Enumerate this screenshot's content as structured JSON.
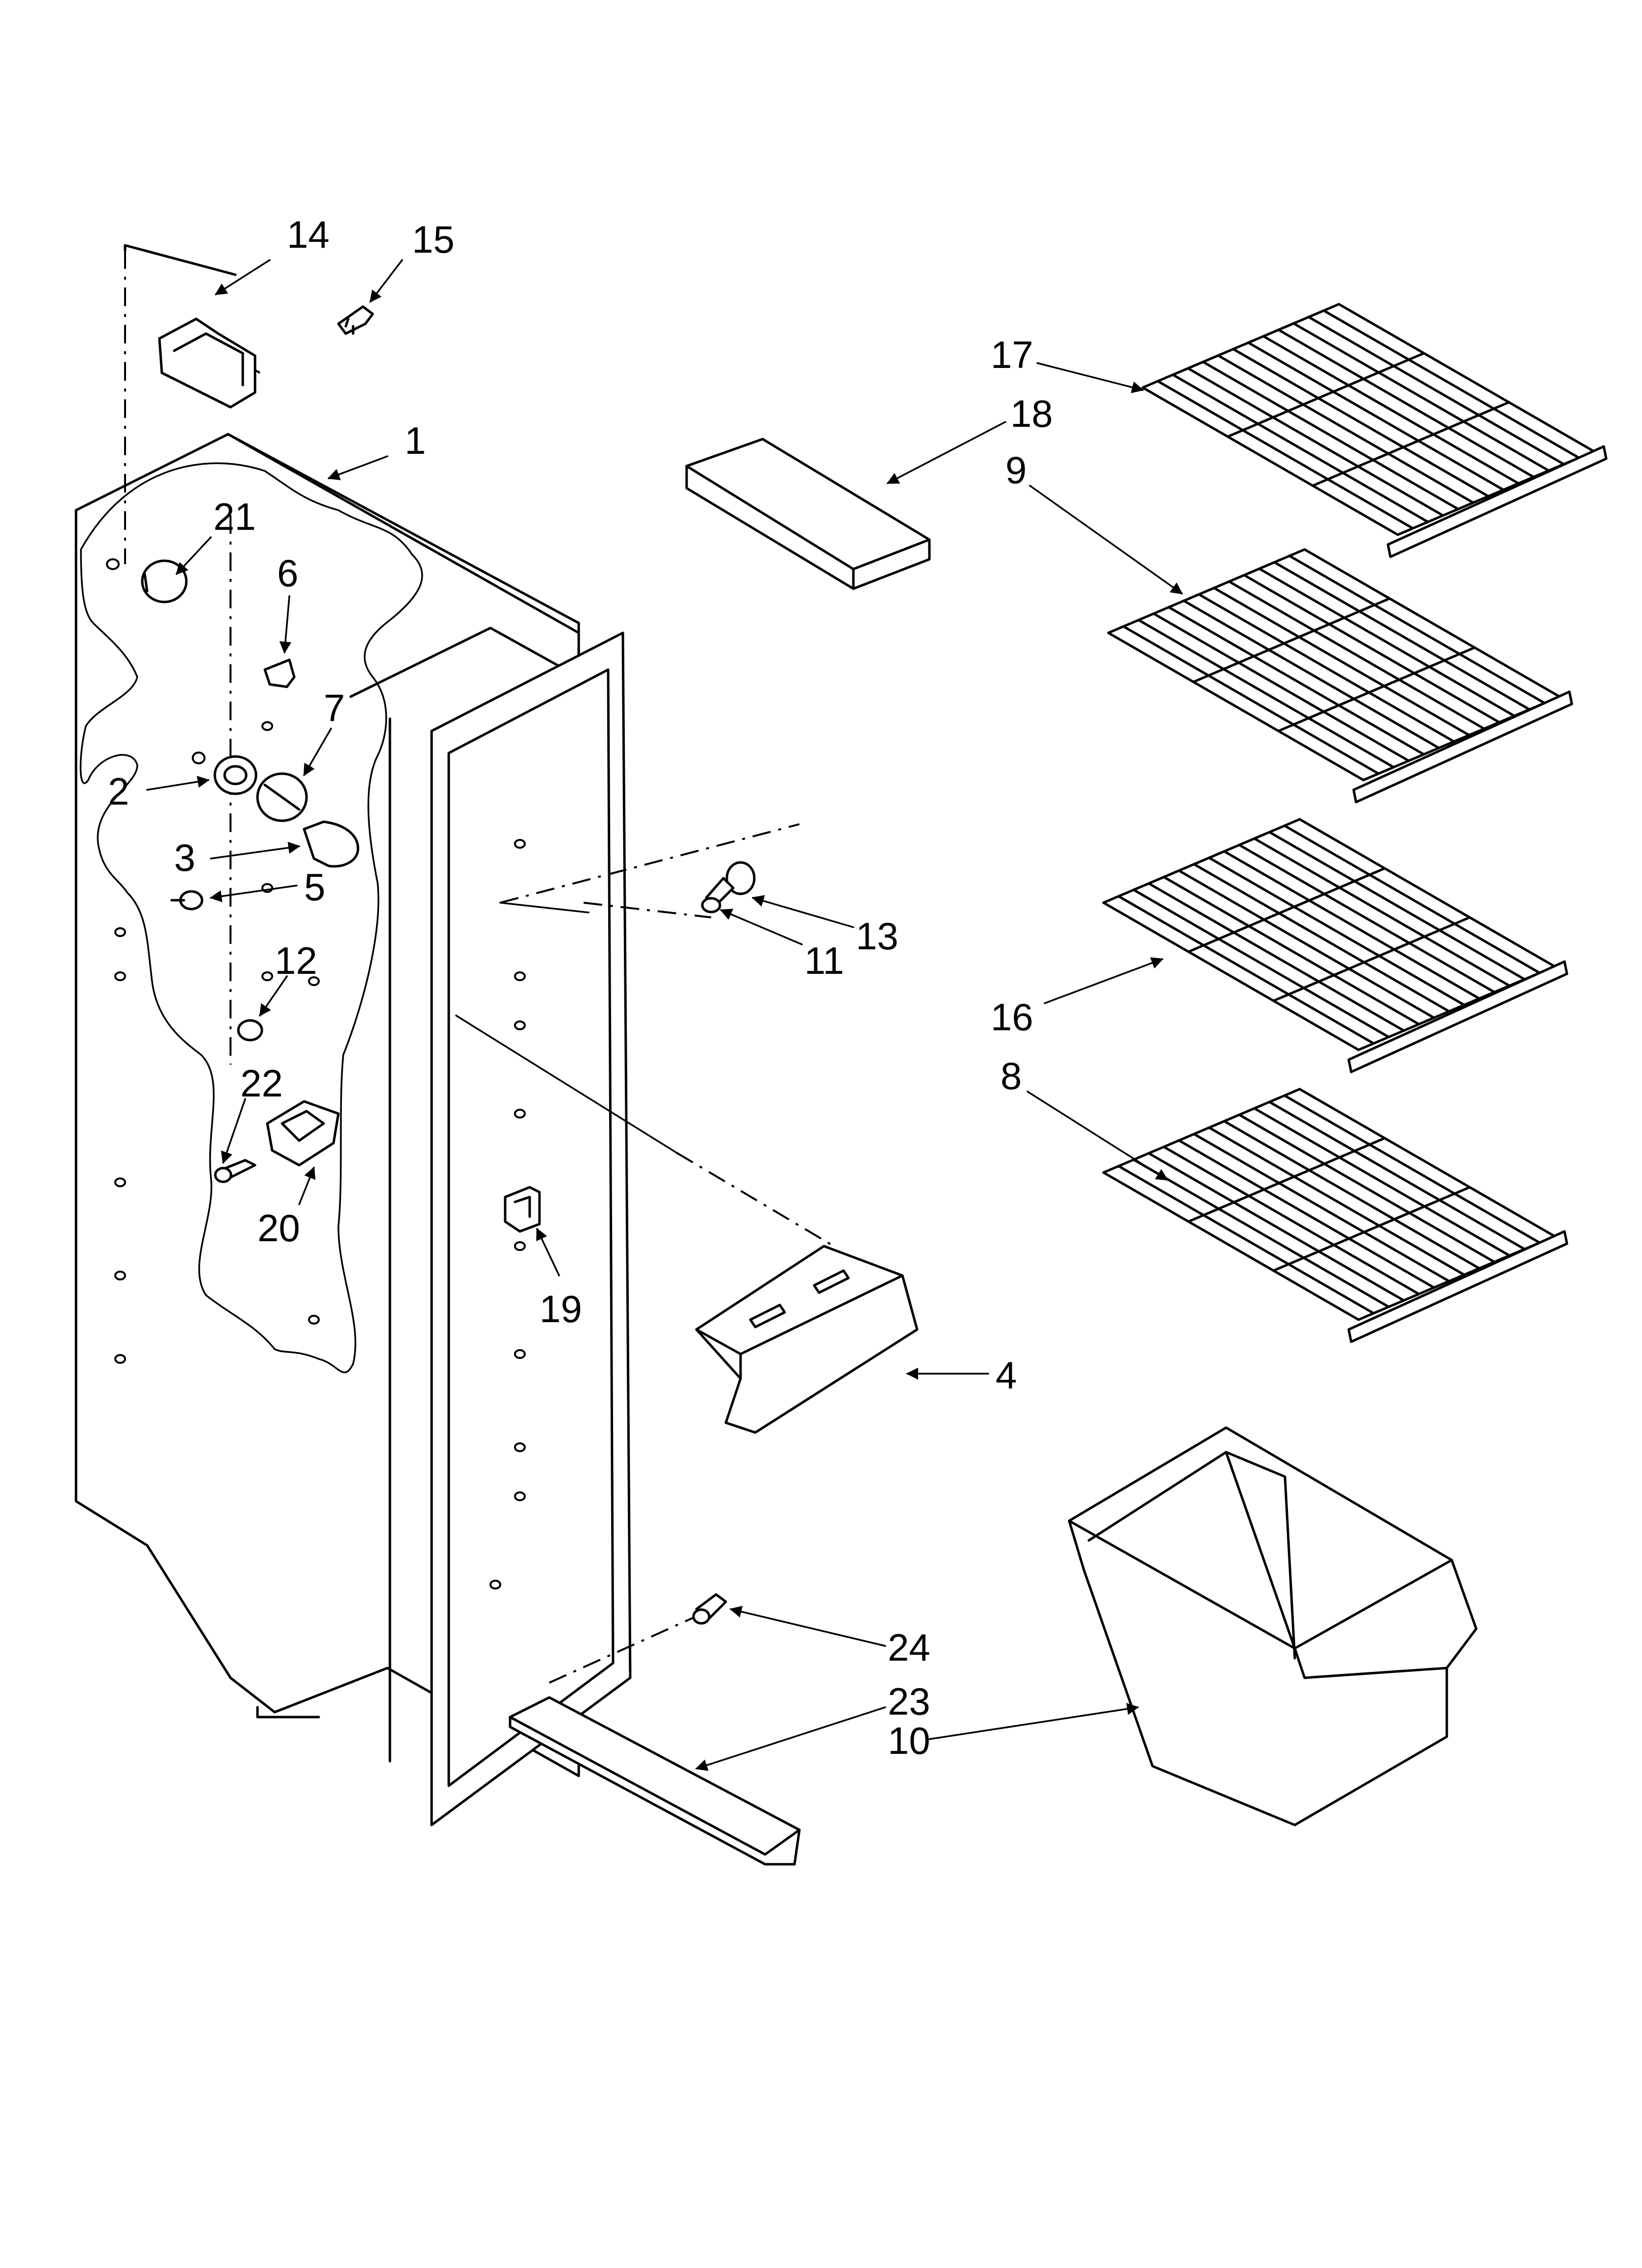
{
  "diagram": {
    "callouts": [
      {
        "id": "c14",
        "label": "14"
      },
      {
        "id": "c15",
        "label": "15"
      },
      {
        "id": "c1",
        "label": "1"
      },
      {
        "id": "c21",
        "label": "21"
      },
      {
        "id": "c6",
        "label": "6"
      },
      {
        "id": "c7",
        "label": "7"
      },
      {
        "id": "c2",
        "label": "2"
      },
      {
        "id": "c3",
        "label": "3"
      },
      {
        "id": "c5",
        "label": "5"
      },
      {
        "id": "c12",
        "label": "12"
      },
      {
        "id": "c22",
        "label": "22"
      },
      {
        "id": "c20",
        "label": "20"
      },
      {
        "id": "c19",
        "label": "19"
      },
      {
        "id": "c17",
        "label": "17"
      },
      {
        "id": "c18",
        "label": "18"
      },
      {
        "id": "c9",
        "label": "9"
      },
      {
        "id": "c13",
        "label": "13"
      },
      {
        "id": "c11",
        "label": "11"
      },
      {
        "id": "c16",
        "label": "16"
      },
      {
        "id": "c8",
        "label": "8"
      },
      {
        "id": "c4",
        "label": "4"
      },
      {
        "id": "c24",
        "label": "24"
      },
      {
        "id": "c23",
        "label": "23"
      },
      {
        "id": "c10",
        "label": "10"
      }
    ]
  }
}
